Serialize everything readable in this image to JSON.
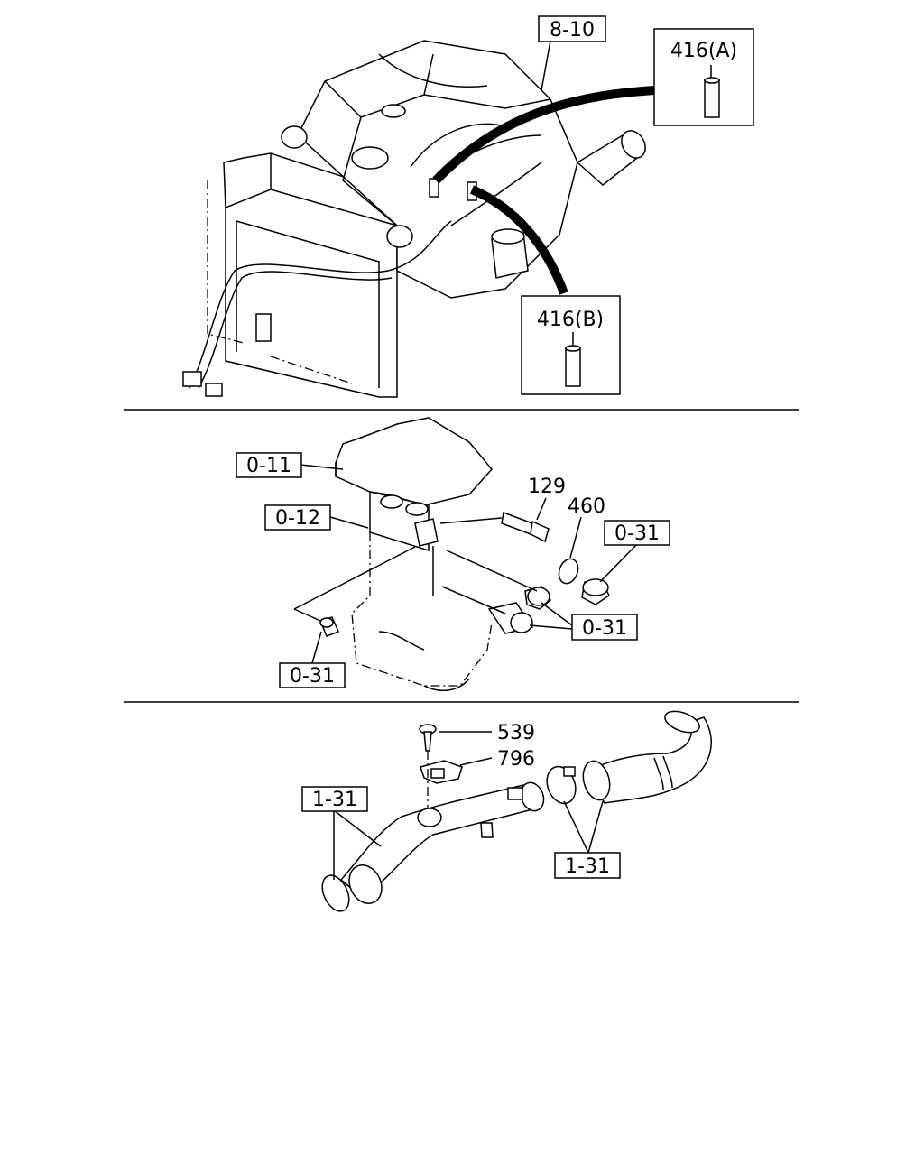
{
  "callouts": {
    "engine_ref": "8-10",
    "part_416a": "416(A)",
    "part_416b": "416(B)",
    "head_ref": "0-11",
    "block_ref": "0-12",
    "part_129": "129",
    "part_460": "460",
    "plug_ref_top": "0-31",
    "plug_ref_mid": "0-31",
    "plug_ref_bottom": "0-31",
    "part_539": "539",
    "part_796": "796",
    "pipe_ref_left": "1-31",
    "pipe_ref_right": "1-31"
  }
}
